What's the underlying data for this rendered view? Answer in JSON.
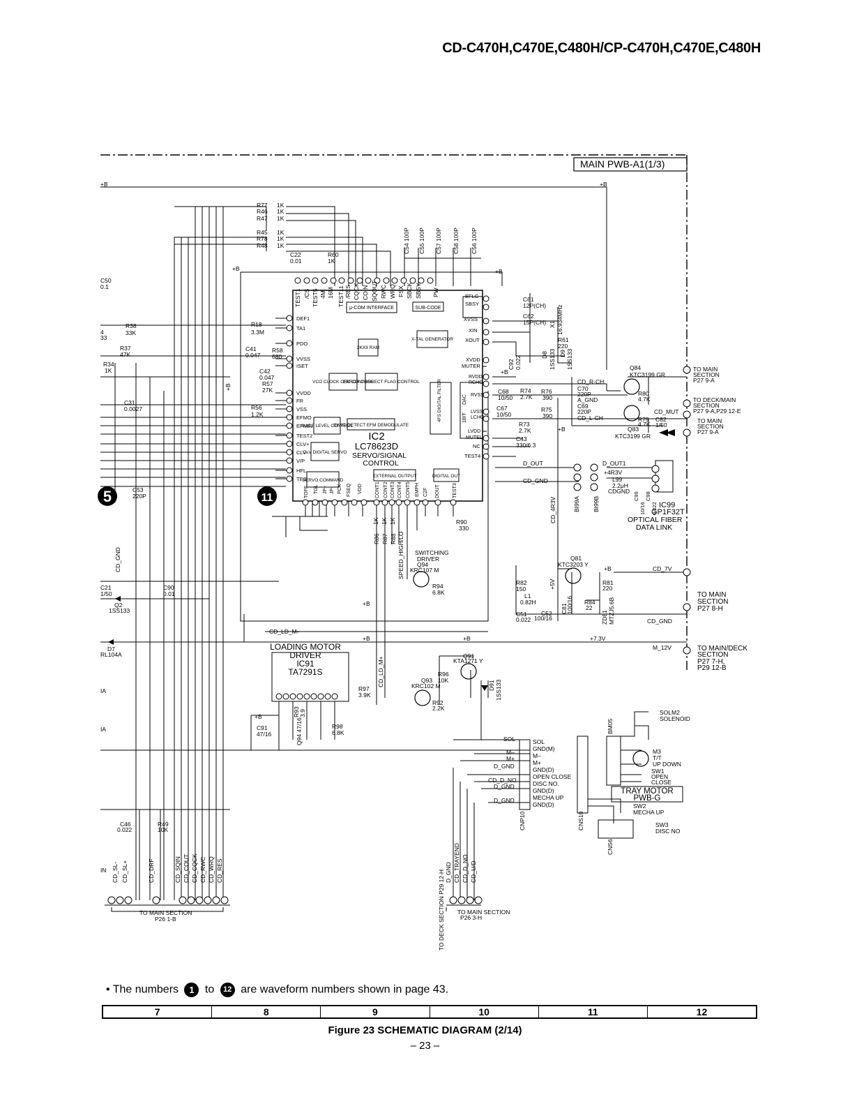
{
  "header": {
    "model_line": "CD-C470H,C470E,C480H/CP-C470H,C470E,C480H"
  },
  "board": {
    "title": "MAIN PWB-A1(1/3)"
  },
  "ic2": {
    "ref": "IC2",
    "part": "LC78623D",
    "func1": "SERVO/SIGNAL",
    "func2": "CONTROL"
  },
  "ic91": {
    "line1": "LOADING MOTOR",
    "line2": "DRIVER",
    "ref": "IC91",
    "part": "TA7291S"
  },
  "ic99": {
    "ref": "IC99",
    "part": "GP1F32T",
    "desc1": "OPTICAL FIBER",
    "desc2": "DATA LINK"
  },
  "tray": {
    "line1": "TRAY MOTOR",
    "line2": "PWB-G"
  },
  "blocks": {
    "ucom": "μ-COM INTERFACE",
    "subcode": "SUB-CODE",
    "xtal": "X-TAL GENERATOR",
    "ram": "2KX8 RAM",
    "vco": "VCO CLOCK OSC CONTROL",
    "error": "ERROR CORRECT FLAG CONTROL",
    "slice": "SLICE LEVEL CONTROL",
    "sync": "SYNC-DETECT EFM DEMODULATE",
    "clv": "CLV DIGITAL SERVO",
    "servo": "SERVO COMMAND",
    "ext": "EXTERNAL OUTPUT",
    "dout": "DIGITAL OUT",
    "dfilter": "4FS DIGITAL FILTER",
    "dac": "DAC",
    "onebit": "1BIT"
  },
  "left_pins": [
    "DEF1",
    "TA1",
    "PDO",
    "VVSS",
    "ISET",
    "VVDD",
    "FR",
    "VSS",
    "EFMO",
    "EFMIN",
    "TEST2",
    "CLV+",
    "CLV-",
    "V/P",
    "HFL",
    "TES"
  ],
  "top_pins": [
    "TEST1",
    "/CS",
    "TEST5",
    "4M",
    "16M",
    "TEST11",
    "/RES",
    "CQCK",
    "COIN",
    "SQOUT",
    "RWC",
    "WRQ",
    "FSX",
    "SBCK",
    "SBSY",
    "PW"
  ],
  "right_pins": [
    "EFLG",
    "SBSY",
    "XVSS",
    "XIN",
    "XOUT",
    "XVDD",
    "MUTER",
    "RVDD",
    "RCHO",
    "RVSS",
    "LVSS",
    "LCHO",
    "LVDD",
    "MUTEL",
    "NC",
    "TEST4"
  ],
  "bottom_pins": [
    "TOFF",
    "TGL",
    "JP+",
    "JP-",
    "PCK",
    "FSEQ",
    "VDD",
    "CONT1",
    "CONT2",
    "CONT3",
    "CONT4",
    "CONT5",
    "EMPH",
    "C2F",
    "DOUT",
    "TEST3"
  ],
  "components": {
    "r77": "R77",
    "r46": "R46",
    "r47": "R47",
    "r45": "R45",
    "r78": "R78",
    "r48": "R48",
    "k1": "1K",
    "c22": "C22",
    "c22v": "0.01",
    "r60": "R60",
    "r60v": "1K",
    "c54": "C54 100P",
    "c55": "C55 100P",
    "c57": "C57 100P",
    "c58": "C58 100P",
    "c56": "C56 100P",
    "c50": "C50",
    "c50v": "0.1",
    "r38": "R38",
    "r38v": "33K",
    "r37": "R37",
    "r37v": "47K",
    "r34": "R34",
    "r34v": "1K",
    "r18": "R18",
    "r18v": "3.3M",
    "c41": "C41",
    "c41v": "0.047",
    "r58": "R58",
    "r58v": "680",
    "c42": "C42",
    "c42v": "0.047",
    "r57": "R57",
    "r57v": "27K",
    "r56": "R56",
    "r56v": "1.2K",
    "c31": "C31",
    "c31v": "0.0027",
    "c53": "C53",
    "c53v": "220P",
    "c61": "C61",
    "c61v": "12P(CH)",
    "c62": "C62",
    "c62v": "15P(CH)",
    "x1": "X1",
    "x1v": "16.934MHz",
    "r61": "R61",
    "r61v": "220",
    "c92": "C92",
    "c92v": "0.022",
    "d8": "D8",
    "d8v": "1SS133",
    "d9": "D9",
    "d9v": "1SS133",
    "c68": "C68",
    "c68v": "10/50",
    "c67": "C67",
    "c67v": "10/50",
    "r74": "R74",
    "r74v": "2.7K",
    "r73": "R73",
    "r73v": "2.7K",
    "r76": "R76",
    "r76v": "390",
    "r75": "R75",
    "r75v": "390",
    "c70": "C70",
    "c70v": "220P",
    "c69": "C69",
    "c69v": "220P",
    "c43": "C43",
    "c43v": "330/6.3",
    "q84": "Q84",
    "q84v": "KTC3199 GR",
    "q83": "Q83",
    "q83v": "KTC3199 GR",
    "r80": "R80",
    "r80v": "4.7K",
    "r79": "R79",
    "r79v": "4.7K",
    "c82": "C82",
    "c82v": "1/50",
    "r90": "R90",
    "r90v": "330",
    "r86": "R86",
    "r87": "R87",
    "r88": "R88",
    "q94": "Q94",
    "q94v": "KRC107 M",
    "r94": "R94",
    "r94v": "6.8K",
    "sw_drv1": "SWITCHING",
    "sw_drv2": "DRIVER",
    "q81": "Q81",
    "q81v": "KTC3203 Y",
    "r82": "R82",
    "r82v": "150",
    "l1": "L1",
    "l1v": "0.82H",
    "c51": "C51",
    "c51v": "0.022",
    "c52": "C52",
    "c52v": "100/16",
    "c81": "C81",
    "c81v": "100/16",
    "r81": "R81",
    "r81v": "220",
    "r84": "R84",
    "r84v": "22",
    "zd81": "ZD81",
    "zd81v": "MTZJ5.6B",
    "l99": "L99",
    "l99v": "2.2μH",
    "c99": "C99",
    "c99v": "10/16",
    "c98": "C98",
    "c98v": "0.022",
    "c21": "C21",
    "c21v": "1/50",
    "c90": "C90",
    "c90v": "0.01",
    "q2": "Q2",
    "q2v": "1SS133",
    "d7": "D7",
    "d7v": "RL104A",
    "q91": "Q91",
    "q91v": "KTA1271 Y",
    "r96": "R96",
    "r96v": "10K",
    "q93": "Q93",
    "q93v": "KRC102 M",
    "r92": "R92",
    "r92v": "2.2K",
    "d91": "D91",
    "d91v": "1SS133",
    "r97": "R97",
    "r97v": "3.9K",
    "r93": "R93",
    "r93v": "3.9",
    "r98": "R98",
    "r98v": "6.8K",
    "c91": "C91",
    "c91v": "47/16",
    "q94b": "Q94 47/16",
    "c46": "C46",
    "c46v": "0.022",
    "r49": "R49",
    "r49v": "10K",
    "solm2": "SOLM2",
    "solm2v": "SOLENOID",
    "m3": "M3",
    "m3v": "T/T",
    "m3d": "UP DOWN",
    "sw1": "SW1",
    "sw1v1": "OPEN",
    "sw1v2": "CLOSE",
    "sw2": "SW2",
    "sw2v": "MECHA UP",
    "sw3": "SW3",
    "sw3v": "DISC NO"
  },
  "nets": {
    "plus_b": "+B",
    "plus5": "+5V",
    "plus73": "+7.3V",
    "cd_gnd": "CD_GND",
    "cd_rch": "CD_R-CH",
    "cd_lch": "CD_L-CH",
    "a_gnd": "A_GND",
    "cd_mut": "CD_MUT",
    "d_out": "D_OUT",
    "d_out1": "D_OUT1",
    "plus4r3v": "+4R3V",
    "cdgnd": "CDGND",
    "cd_4r3v": "CD_4R3V",
    "cd_7v": "CD_7V",
    "m_12v": "M_12V",
    "cd_ld_m": "CD_LD_M-",
    "cd_ld_mp": "CD_LD_M+",
    "speed": "SPEED_HIGH/LO",
    "bi99a": "BI99A",
    "bi99b": "BI99B",
    "bm05": "BM05",
    "cnp10": "CNP10",
    "cns10": "CNS10",
    "cns6": "CNS6"
  },
  "cnp10_pins": [
    "SOL",
    "GND(M)",
    "M–",
    "M+",
    "GND(D)",
    "OPEN CLOSE",
    "DISC NO.",
    "GND(D)",
    "MECHA UP",
    "GND(D)"
  ],
  "cnp10_nets": [
    "SOL",
    "M–",
    "M+",
    "D_GND",
    "CD_D_NO",
    "D_GND",
    "D_GND"
  ],
  "right_connectors": [
    {
      "l1": "TO MAIN",
      "l2": "SECTION",
      "l3": "P27 9-A"
    },
    {
      "l1": "TO DECK/MAIN",
      "l2": "SECTION",
      "l3": "P27 9-A,P29 12-E"
    },
    {
      "l1": "TO MAIN",
      "l2": "SECTION",
      "l3": "P27 9-A"
    },
    {
      "l1": "TO MAIN",
      "l2": "SECTION",
      "l3": "P27 8-H"
    },
    {
      "l1": "TO MAIN/DECK",
      "l2": "SECTION",
      "l3": "P27 7-H,",
      "l4": "P29 12-B"
    }
  ],
  "bottom_nets": [
    "CD_SL-",
    "CD_SL+",
    "CD_DRF",
    "CD_SQIN",
    "CD_COUT",
    "CD_CQCK",
    "CD_RWC",
    "CD_WRQ",
    "CD_RES",
    "D_GND",
    "CD_TRAYEND",
    "CD_D_NO",
    "CD_U/D"
  ],
  "bottom_dest": {
    "main1": "TO MAIN SECTION",
    "main1p": "P26 1-B",
    "deck": "TO DECK SECTION P29 12-H",
    "main2": "TO MAIN SECTION",
    "main2p": "P26 3-H"
  },
  "left_partial": {
    "a": "4",
    "b": "33",
    "c": "IN",
    "d": "IA",
    "e": "IA"
  },
  "waveforms": {
    "w5": "5",
    "w11": "11",
    "n1": "1",
    "n12": "12"
  },
  "note": {
    "pre": "• The numbers",
    "mid": "to",
    "post": "are waveform numbers shown in page 43."
  },
  "grid_cols": [
    "7",
    "8",
    "9",
    "10",
    "11",
    "12"
  ],
  "caption": "Figure 23 SCHEMATIC DIAGRAM (2/14)",
  "page_number": "– 23 –"
}
